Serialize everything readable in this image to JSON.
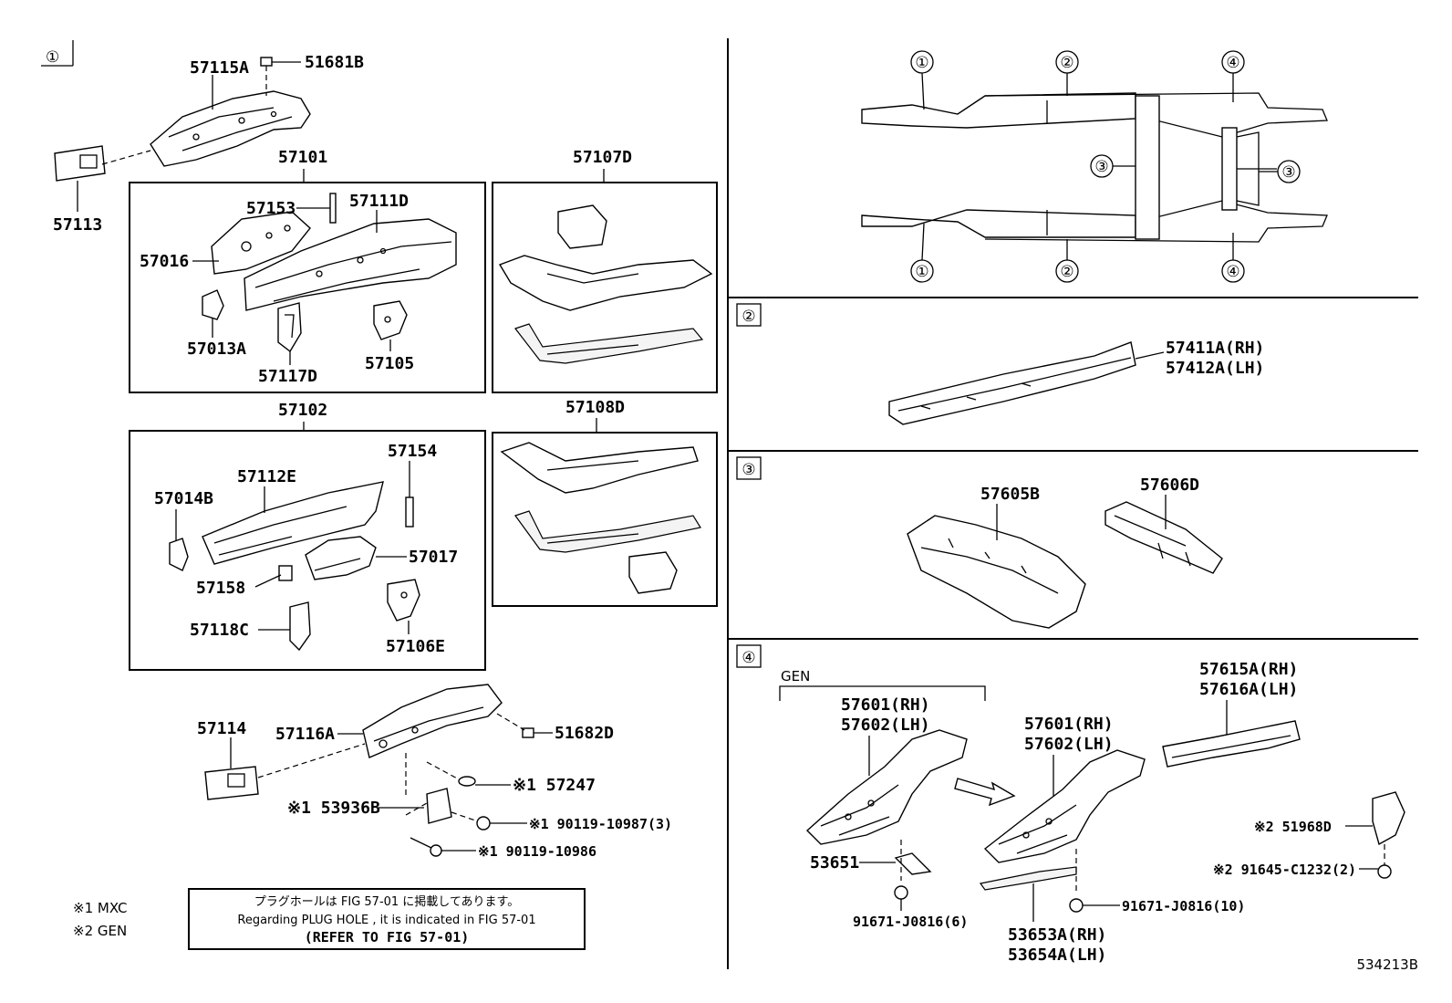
{
  "section_marks": {
    "s1": "①",
    "s2": "②",
    "s3": "③",
    "s4": "④"
  },
  "overview": {
    "c1": "①",
    "c2": "②",
    "c3": "③",
    "c4": "④"
  },
  "parts": {
    "p57115A": "57115A",
    "p51681B": "51681B",
    "p57113": "57113",
    "p57101": "57101",
    "p57153": "57153",
    "p57111D": "57111D",
    "p57016": "57016",
    "p57013A": "57013A",
    "p57117D": "57117D",
    "p57105": "57105",
    "p57107D": "57107D",
    "p57102": "57102",
    "p57154": "57154",
    "p57112E": "57112E",
    "p57014B": "57014B",
    "p57017": "57017",
    "p57158": "57158",
    "p57118C": "57118C",
    "p57106E": "57106E",
    "p57108D": "57108D",
    "p57114": "57114",
    "p57116A": "57116A",
    "p51682D": "51682D",
    "p57247": "※1 57247",
    "p53936B": "※1 53936B",
    "p90119_10987": "※1 90119-10987(3)",
    "p90119_10986": "※1 90119-10986",
    "p57411A": "57411A(RH)",
    "p57412A": "57412A(LH)",
    "p57605B": "57605B",
    "p57606D": "57606D",
    "gen_label": "GEN",
    "p57601_a": "57601(RH)",
    "p57602_a": "57602(LH)",
    "p57601_b": "57601(RH)",
    "p57602_b": "57602(LH)",
    "p57615A": "57615A(RH)",
    "p57616A": "57616A(LH)",
    "p51968D": "※2 51968D",
    "p91645": "※2 91645-C1232(2)",
    "p53651": "53651",
    "p91671_6": "91671-J0816(6)",
    "p91671_10": "91671-J0816(10)",
    "p53653A": "53653A(RH)",
    "p53654A": "53654A(LH)"
  },
  "notes": {
    "n1": "※1 MXC",
    "n2": "※2 GEN",
    "jp": "プラグホールは FIG 57-01 に掲載してあります。",
    "en": "Regarding  PLUG  HOLE , it is indicated in  FIG  57-01",
    "ref": "(REFER TO FIG 57-01)"
  },
  "figure_id": "534213B"
}
